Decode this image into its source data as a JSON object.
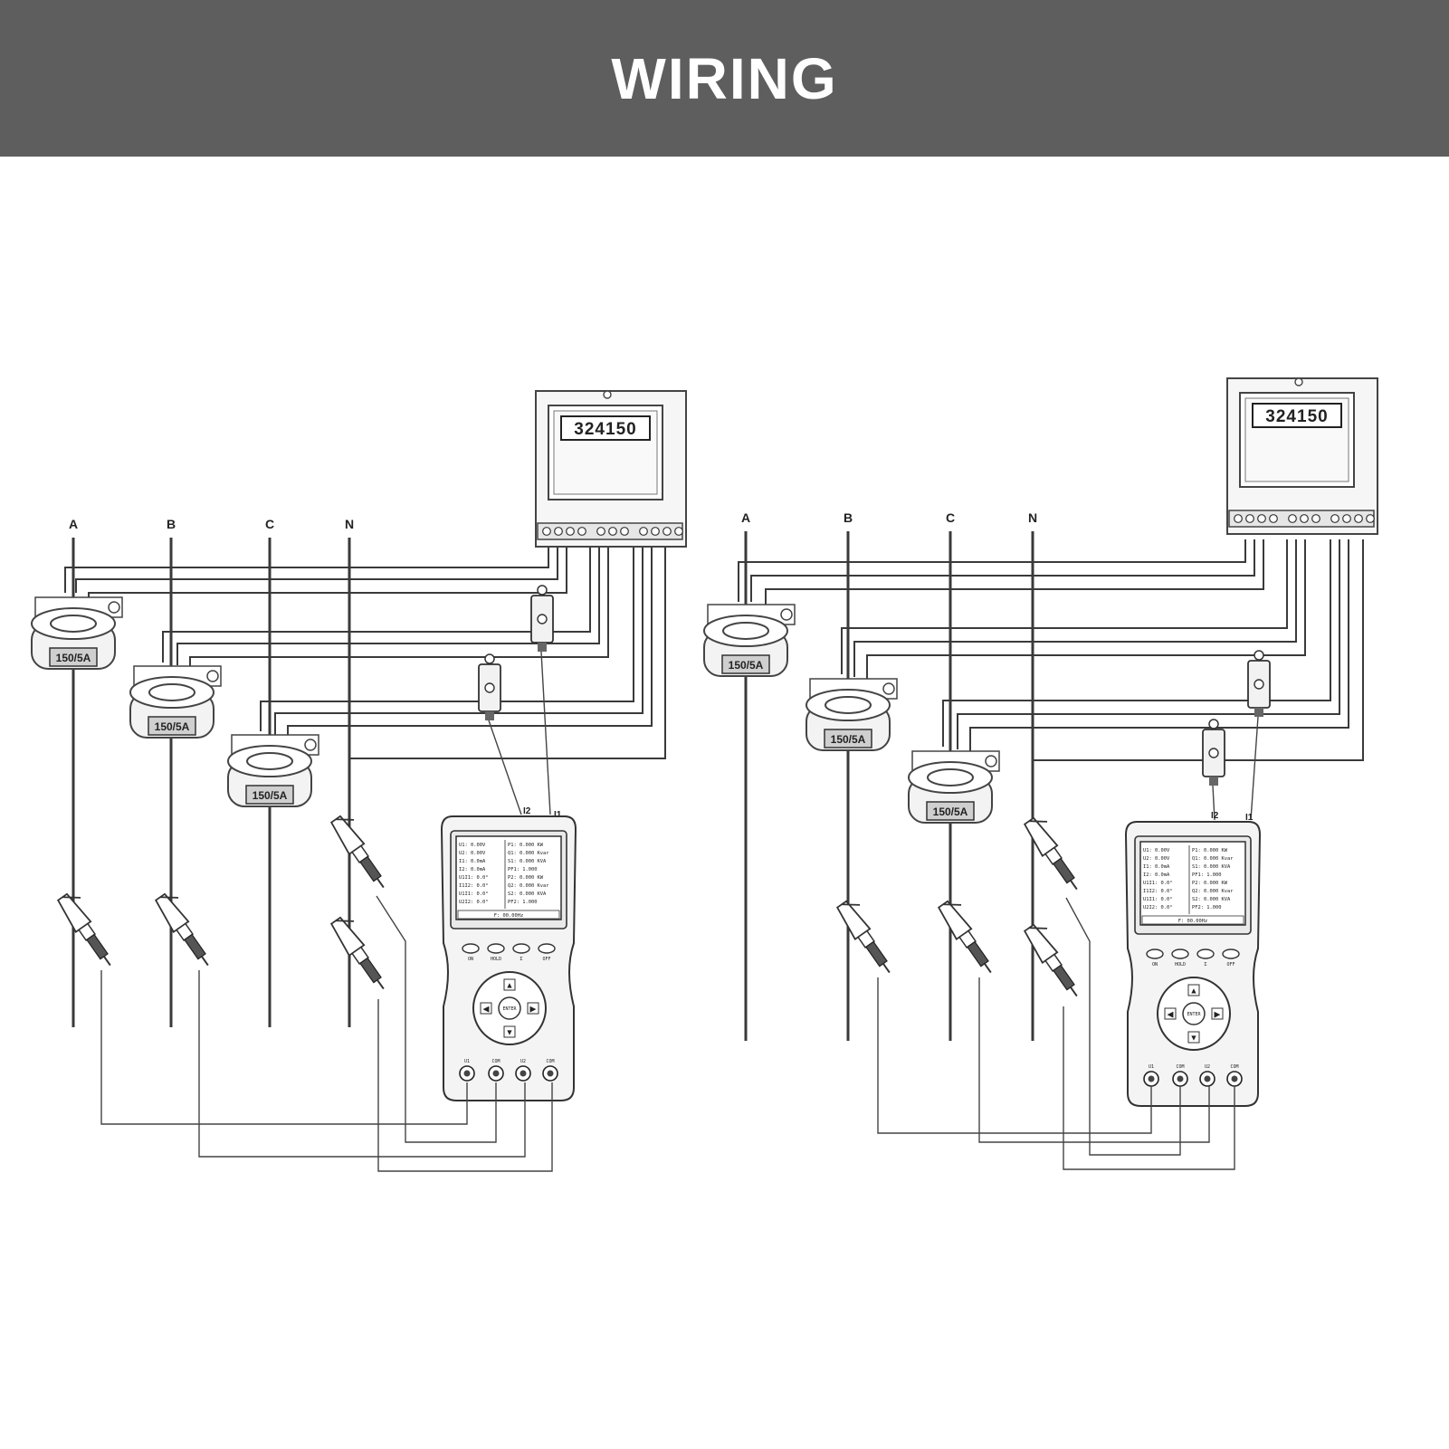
{
  "header": {
    "title": "WIRING"
  },
  "phase_labels": [
    "A",
    "B",
    "C",
    "N"
  ],
  "meter": {
    "reading": "324150"
  },
  "ct": {
    "rating": "150/5A"
  },
  "clamp_labels": {
    "i1": "I1",
    "i2": "I2"
  },
  "tester": {
    "screen_left": [
      "U1: 0.00V",
      "U2: 0.00V",
      "I1: 0.0mA",
      "I2: 0.0mA",
      "U1I1: 0.0°",
      "I1I2: 0.0°",
      "U1I1: 0.0°",
      "U2I2: 0.0°"
    ],
    "screen_right": [
      "P1: 0.000 KW",
      "Q1: 0.000 Kvar",
      "S1: 0.000 KVA",
      "PF1: 1.000",
      "P2: 0.000 KW",
      "Q2: 0.000 Kvar",
      "S2: 0.000 KVA",
      "PF2: 1.000"
    ],
    "status": "F: 00.00Hz",
    "buttons": [
      "ON",
      "HOLD",
      "Σ",
      "OFF"
    ],
    "center_key": "ENTER",
    "jacks": [
      "U1",
      "COM",
      "U2",
      "COM"
    ]
  },
  "colors": {
    "banner": "#5e5e5e",
    "title": "#ffffff",
    "line": "#3a3a3a",
    "ct_label_bg": "#cfcfcf"
  }
}
